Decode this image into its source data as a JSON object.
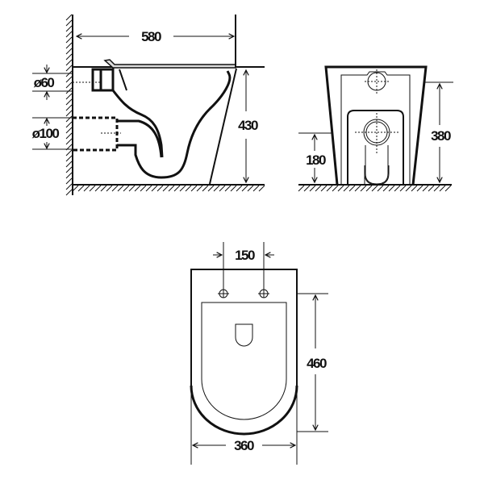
{
  "side_view": {
    "length": "580",
    "height": "430",
    "inlet_diameter": "ø60",
    "outlet_diameter": "ø100"
  },
  "front_view": {
    "mount_height": "380",
    "outlet_height": "180"
  },
  "top_view": {
    "bolt_spacing": "150",
    "depth": "460",
    "width": "360"
  },
  "colors": {
    "line": "#111111",
    "background": "#ffffff"
  }
}
